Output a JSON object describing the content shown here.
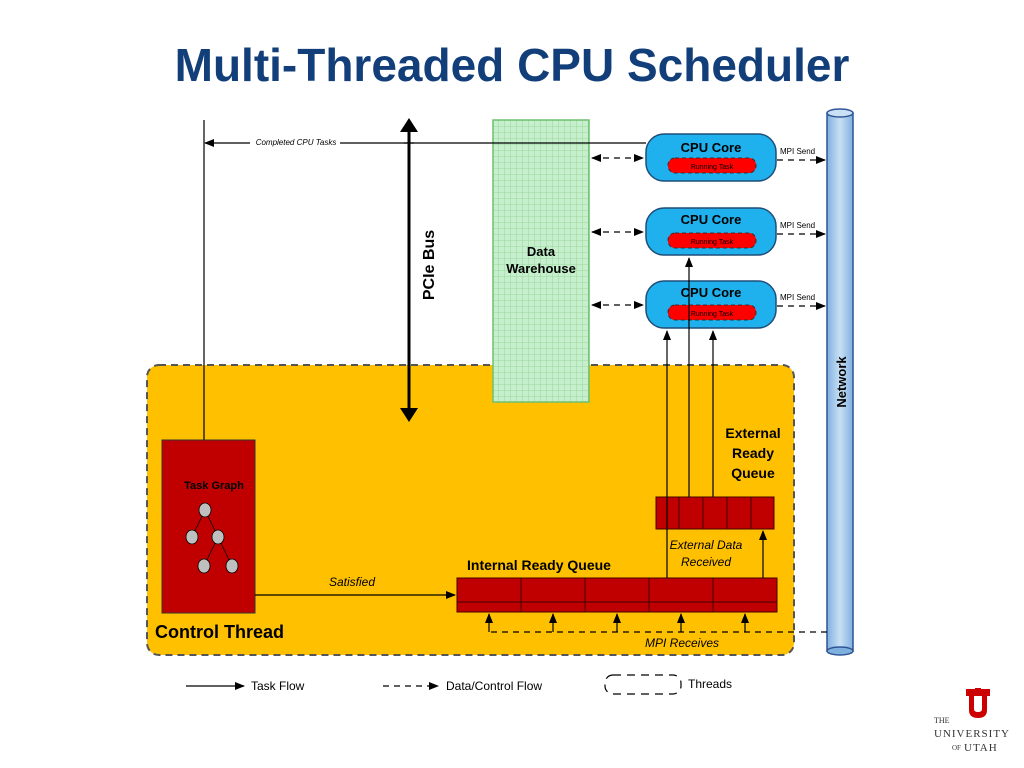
{
  "title": "Multi-Threaded CPU Scheduler",
  "colors": {
    "title": "#123f7a",
    "control_thread_fill": "#ffc000",
    "task_graph_fill": "#c00000",
    "queue_fill": "#c00000",
    "cpu_core_fill": "#1fb0ee",
    "running_task_fill": "#ff0000",
    "data_warehouse_fill": "#c6efce",
    "network_fill": "#9dc3e6",
    "logo_red": "#cc0000"
  },
  "labels": {
    "completed_cpu_tasks": "Completed CPU Tasks",
    "pcie_bus": "PCIe Bus",
    "data_warehouse_line1": "Data",
    "data_warehouse_line2": "Warehouse",
    "network": "Network",
    "task_graph": "Task Graph",
    "control_thread": "Control Thread",
    "satisfied": "Satisfied",
    "internal_ready_queue": "Internal Ready Queue",
    "external_ready_queue_line1": "External",
    "external_ready_queue_line2": "Ready",
    "external_ready_queue_line3": "Queue",
    "external_data_received_line1": "External Data",
    "external_data_received_line2": "Received",
    "mpi_receives": "MPI Receives"
  },
  "cpu_cores": [
    {
      "label": "CPU Core",
      "task": "Running Task",
      "send": "MPI Send"
    },
    {
      "label": "CPU Core",
      "task": "Running Task",
      "send": "MPI Send"
    },
    {
      "label": "CPU Core",
      "task": "Running Task",
      "send": "MPI Send"
    }
  ],
  "legend": {
    "task_flow": "Task Flow",
    "data_control_flow": "Data/Control Flow",
    "threads": "Threads"
  },
  "logo": {
    "letter": "U",
    "the": "THE",
    "university": "UNIVERSITY",
    "of": "OF",
    "utah": "UTAH"
  }
}
